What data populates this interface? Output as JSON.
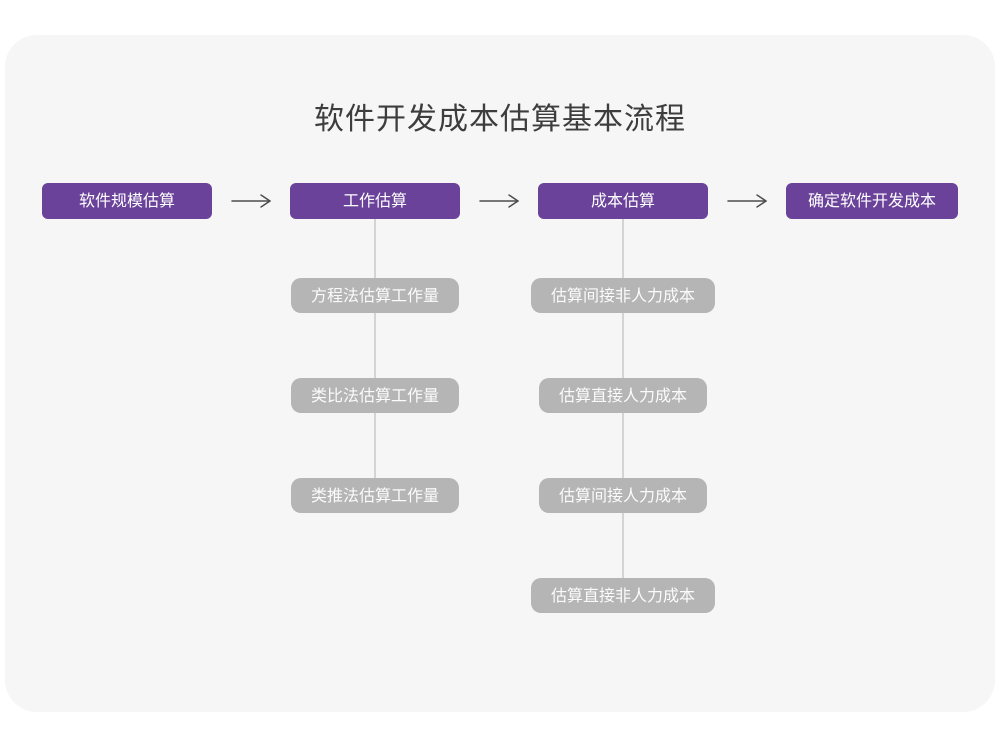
{
  "title": "软件开发成本估算基本流程",
  "colors": {
    "primary": "#6A4299",
    "secondary": "#B5B5B5",
    "connector": "#C9C9C9",
    "arrow": "#4D4D4D",
    "title_text": "#3D3D3D",
    "card_bg": "#F6F6F7",
    "page_bg": "#FFFFFF"
  },
  "flow": {
    "main_steps": [
      {
        "label": "软件规模估算"
      },
      {
        "label": "工作估算"
      },
      {
        "label": "成本估算"
      },
      {
        "label": "确定软件开发成本"
      }
    ],
    "work_estimation_substeps": [
      {
        "label": "方程法估算工作量"
      },
      {
        "label": "类比法估算工作量"
      },
      {
        "label": "类推法估算工作量"
      }
    ],
    "cost_estimation_substeps": [
      {
        "label": "估算间接非人力成本"
      },
      {
        "label": "估算直接人力成本"
      },
      {
        "label": "估算间接人力成本"
      },
      {
        "label": "估算直接非人力成本"
      }
    ]
  }
}
